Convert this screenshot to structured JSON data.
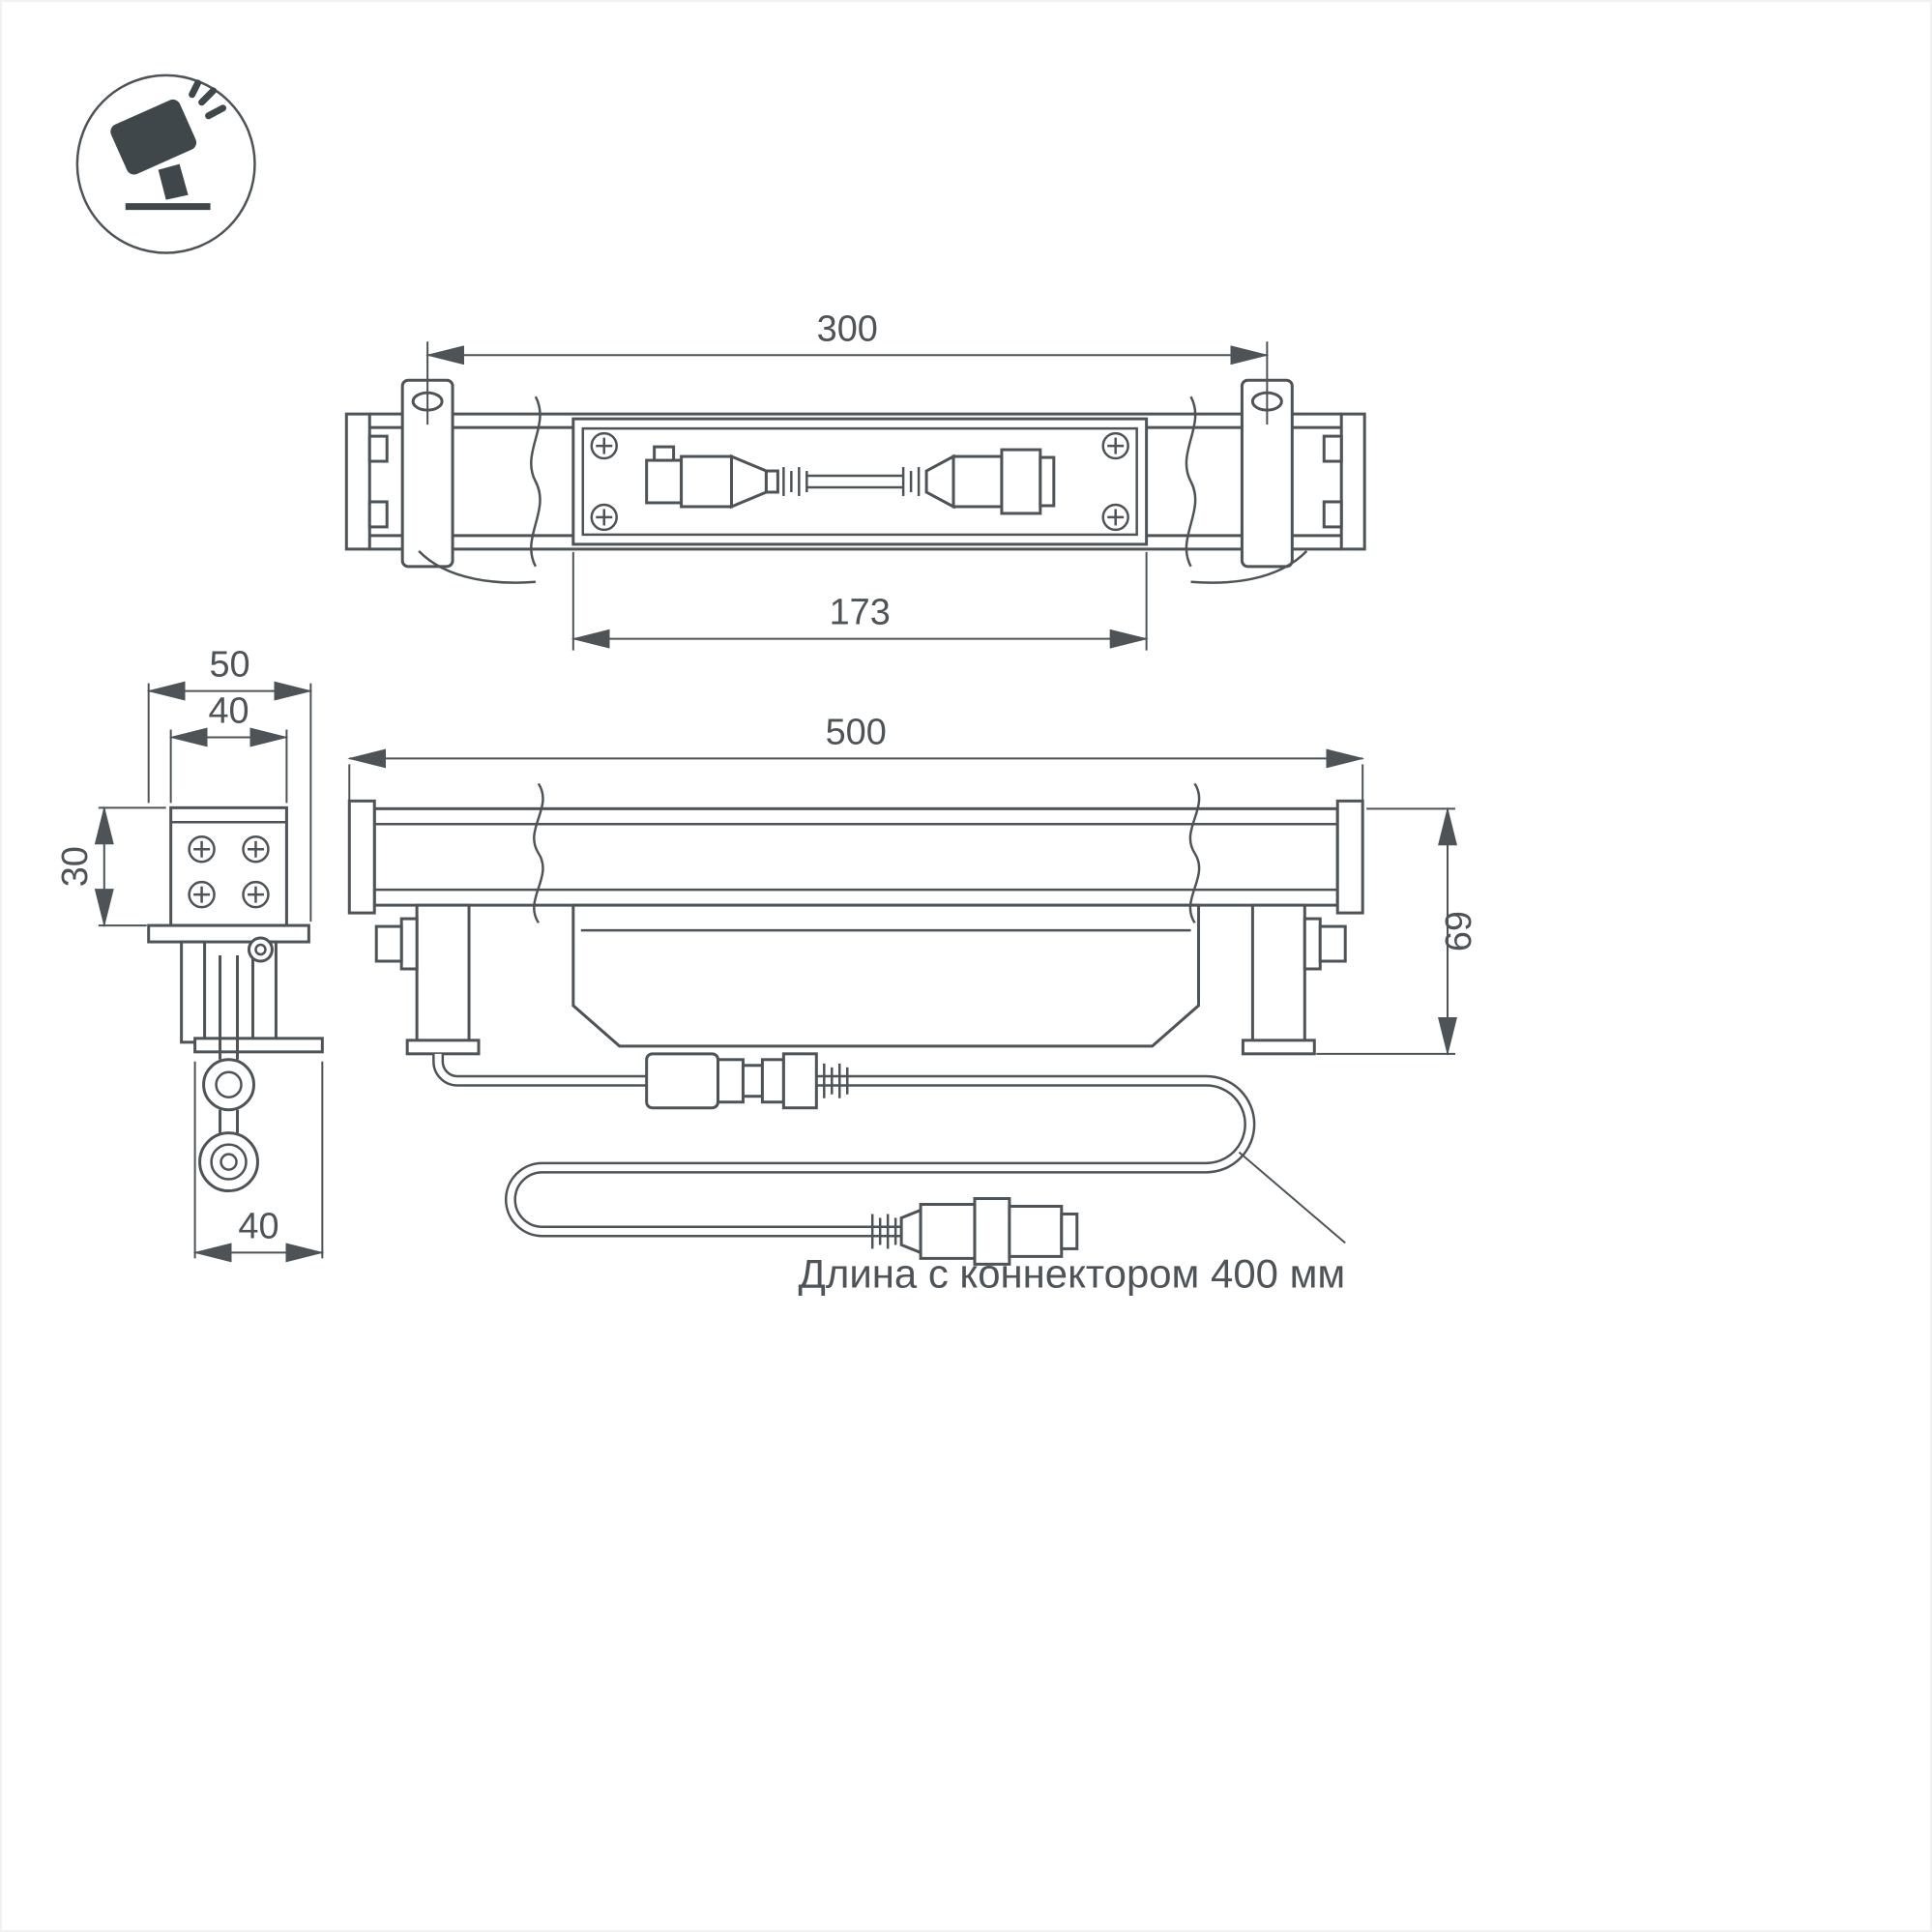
{
  "labels": {
    "dim_mount_spacing": "300",
    "dim_channel_length": "173",
    "dim_overall_length": "500",
    "dim_height": "69",
    "dim_side_outer_width": "50",
    "dim_side_body_width": "40",
    "dim_side_body_height": "30",
    "dim_side_foot_width": "40",
    "note_connector": "Длина с коннектором 400 мм"
  },
  "icons": {
    "product_type": "floodlight-icon"
  },
  "colors": {
    "line": "#4d5357",
    "icon_fill": "#3f474b",
    "background": "#ffffff"
  }
}
